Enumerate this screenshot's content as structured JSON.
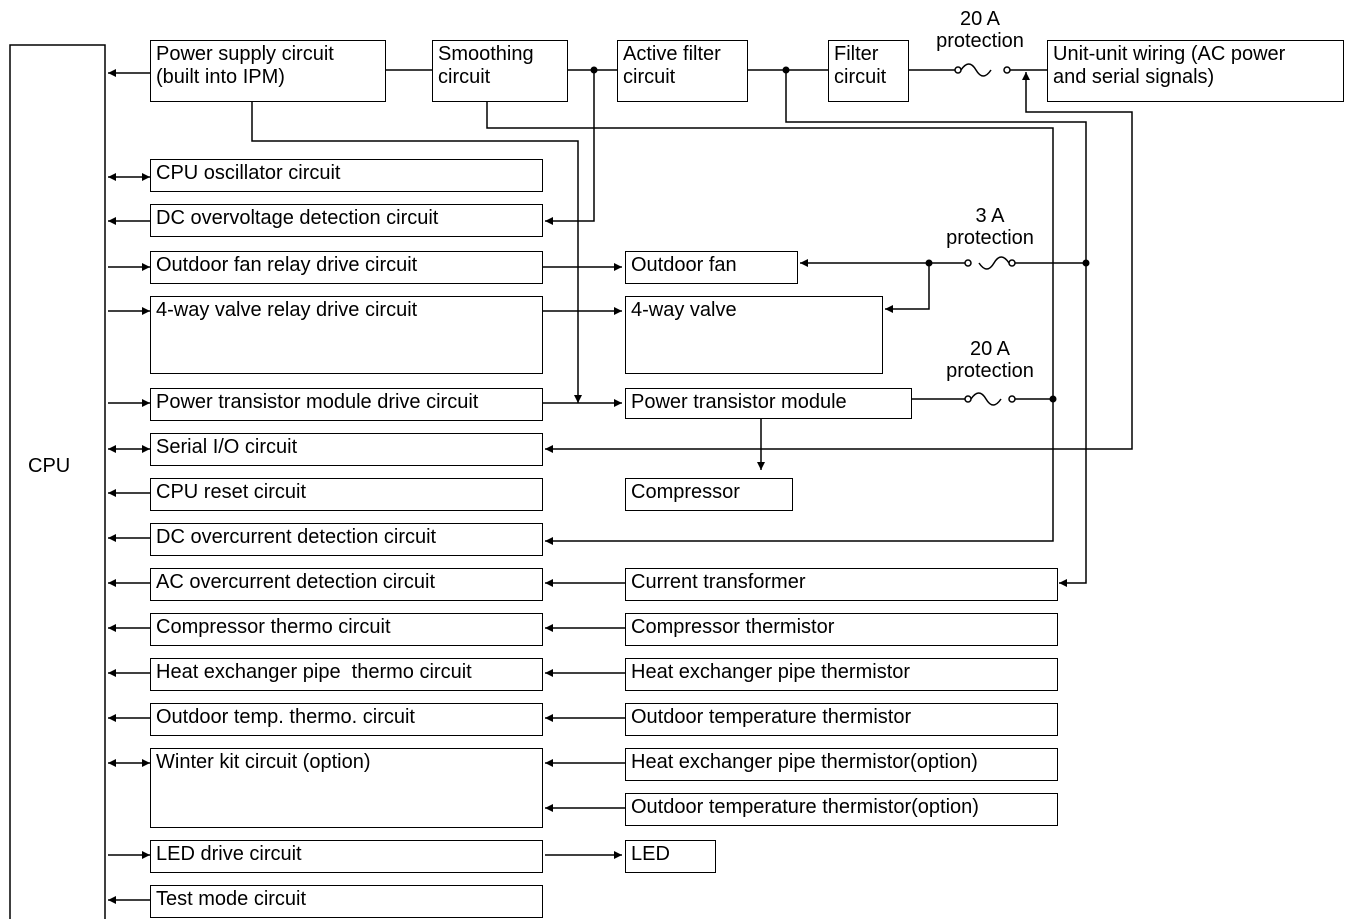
{
  "diagram": {
    "cpu_label": "CPU",
    "top_chain": {
      "power_supply": "Power supply circuit\n(built into IPM)",
      "smoothing": "Smoothing\ncircuit",
      "active_filter": "Active filter\ncircuit",
      "filter": "Filter\ncircuit",
      "unit_wiring": "Unit-unit wiring (AC power\nand serial signals)"
    },
    "protections": {
      "top_20a": "20 A\nprotection",
      "fan_3a": "3 A\nprotection",
      "ptm_20a": "20 A\nprotection"
    },
    "circuits": {
      "cpu_oscillator": "CPU oscillator circuit",
      "dc_overvoltage": "DC overvoltage detection circuit",
      "outdoor_fan_relay": "Outdoor fan relay drive circuit",
      "four_way_relay": "4-way valve relay drive circuit",
      "ptm_drive": "Power transistor module drive circuit",
      "serial_io": "Serial I/O circuit",
      "cpu_reset": "CPU reset circuit",
      "dc_overcurrent": "DC overcurrent detection circuit",
      "ac_overcurrent": "AC overcurrent detection circuit",
      "comp_thermo": "Compressor thermo circuit",
      "hex_thermo": "Heat exchanger pipe  thermo circuit",
      "outdoor_temp_thermo": "Outdoor temp. thermo. circuit",
      "winter_kit": "Winter kit circuit (option)",
      "led_drive": "LED drive circuit",
      "test_mode": "Test mode circuit"
    },
    "devices": {
      "outdoor_fan": "Outdoor fan",
      "four_way_valve": "4-way valve",
      "ptm": "Power transistor module",
      "compressor": "Compressor",
      "current_transformer": "Current transformer",
      "comp_thermistor": "Compressor thermistor",
      "hex_thermistor": "Heat exchanger pipe thermistor",
      "outdoor_thermistor": "Outdoor temperature thermistor",
      "hex_thermistor_opt": "Heat exchanger pipe thermistor(option)",
      "outdoor_thermistor_opt": "Outdoor temperature thermistor(option)",
      "led": "LED"
    }
  }
}
